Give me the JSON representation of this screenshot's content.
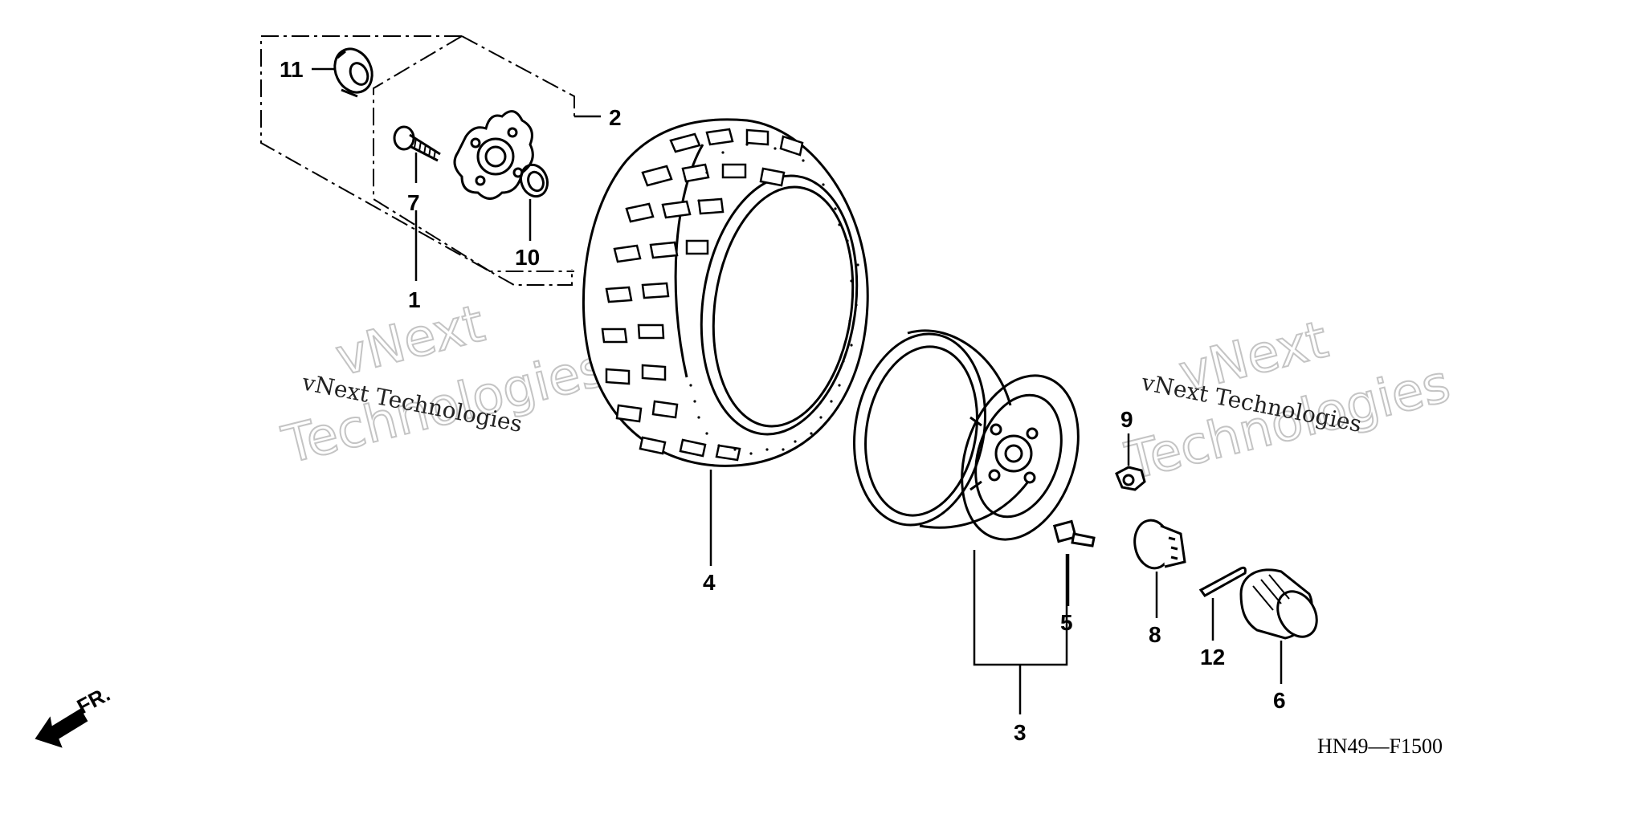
{
  "diagram_code": "HN49—F1500",
  "front_label": "FR.",
  "watermarks": [
    {
      "big_line1": "vNext",
      "big_line2": "Technologies",
      "small": "vNext Technologies"
    },
    {
      "big_line1": "vNext",
      "big_line2": "Technologies",
      "small": "vNext Technologies"
    }
  ],
  "callouts": {
    "c1": "1",
    "c2": "2",
    "c3": "3",
    "c4": "4",
    "c5": "5",
    "c6": "6",
    "c7": "7",
    "c8": "8",
    "c9": "9",
    "c10": "10",
    "c11": "11",
    "c12": "12"
  },
  "icons": {
    "front_arrow": "front-direction-arrow-icon"
  }
}
